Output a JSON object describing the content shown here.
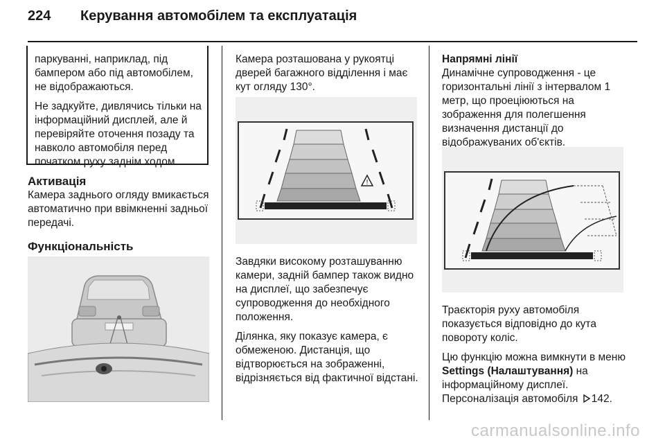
{
  "header": {
    "page_number": "224",
    "title": "Керування автомобілем та експлуатація"
  },
  "col1": {
    "warning_p1": "паркуванні, наприклад, під бампером або під автомобілем, не відображаються.",
    "warning_p2": "Не задкуйте, дивлячись тільки на інформаційний дисплей, але й перевіряйте оточення позаду та навколо автомобіля перед початком руху заднім ходом.",
    "heading_activation": "Активація",
    "activation_text": "Камера заднього огляду вмикається автоматично при ввімкненні задньої передачі.",
    "heading_functionality": "Функціональність"
  },
  "col2": {
    "p1": "Камера розташована у рукоятці дверей багажного відділення і має кут огляду 130°.",
    "p2": "Завдяки високому розташуванню камери, задній бампер також видно на дисплеї, що забезпечує супроводження до необхідного положення.",
    "p3": "Ділянка, яку показує камера, є обмеженою. Дистанція, що відтворюється на зображенні, відрізняється від фактичної відстані."
  },
  "col3": {
    "heading_lines": "Напрямні лінії",
    "lines_text": "Динамічне супроводження - це горизонтальні лінії з інтервалом 1 метр, що проеціюються на зображення для полегшення визначення дистанції до відображуваних об'єктів.",
    "p_trajectory": "Траєкторія руху автомобіля показується відповідно до кута повороту коліс.",
    "p_menu_pre": "Цю функцію можна вимкнути в меню ",
    "p_menu_bold": "Settings (Налаштування)",
    "p_menu_post": " на інформаційному дисплеї.",
    "p_personalization": "Персоналізація автомобіля",
    "ref_icon": "arrow-reference-icon",
    "ref_page": "142."
  },
  "watermark": "carmanualsonline.info"
}
